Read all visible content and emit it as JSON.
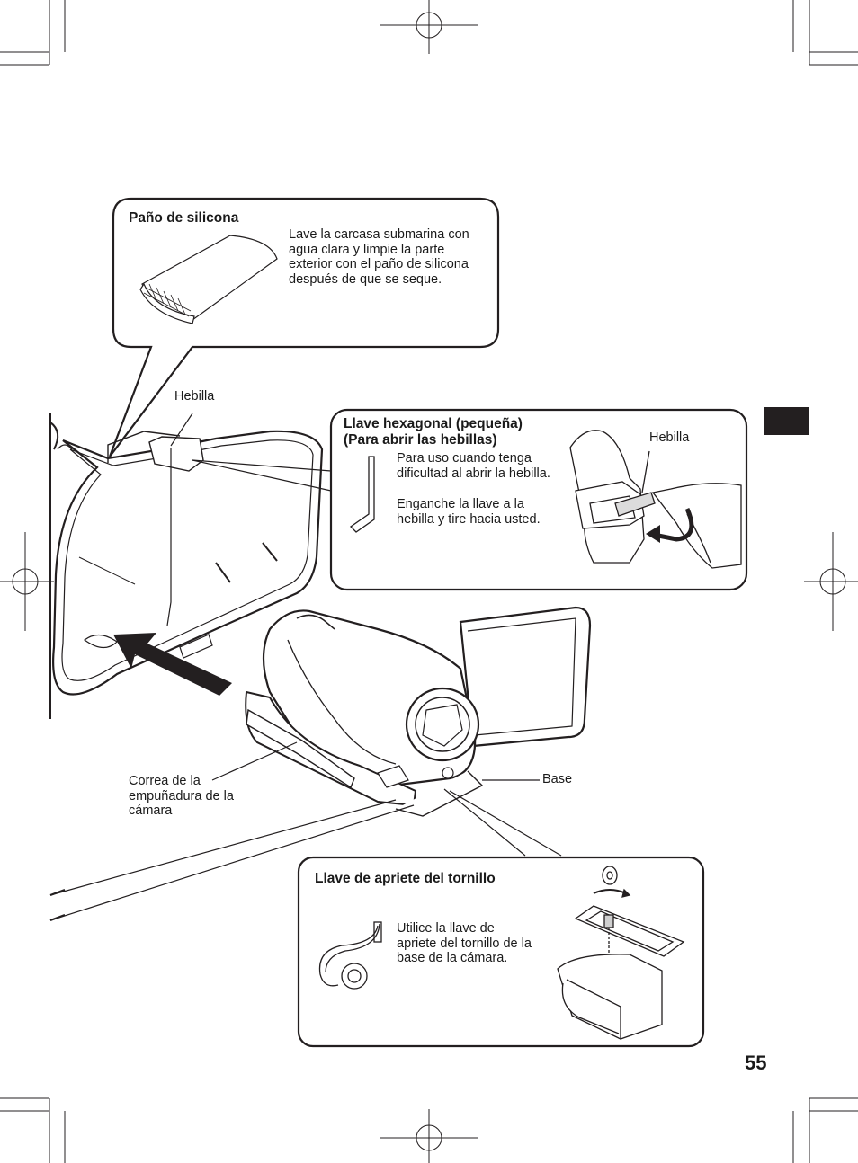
{
  "page_number": "55",
  "callouts": {
    "silicone_cloth": {
      "title": "Paño de silicona",
      "text": "Lave la carcasa submarina con agua clara y limpie la parte exterior con el paño de silicona después de que se seque."
    },
    "hex_key": {
      "title_line1": "Llave hexagonal (pequeña)",
      "title_line2": "(Para abrir las hebillas)",
      "text1": "Para uso cuando tenga dificultad al abrir la hebilla.",
      "text2": "Enganche la llave a la hebilla y tire hacia usted.",
      "label_buckle": "Hebilla"
    },
    "screw_key": {
      "title": "Llave de apriete del tornillo",
      "text": "Utilice la llave de apriete del tornillo de la base de la cámara."
    }
  },
  "labels": {
    "buckle": "Hebilla",
    "grip_strap": "Correa de la empuñadura de la cámara",
    "base": "Base"
  }
}
